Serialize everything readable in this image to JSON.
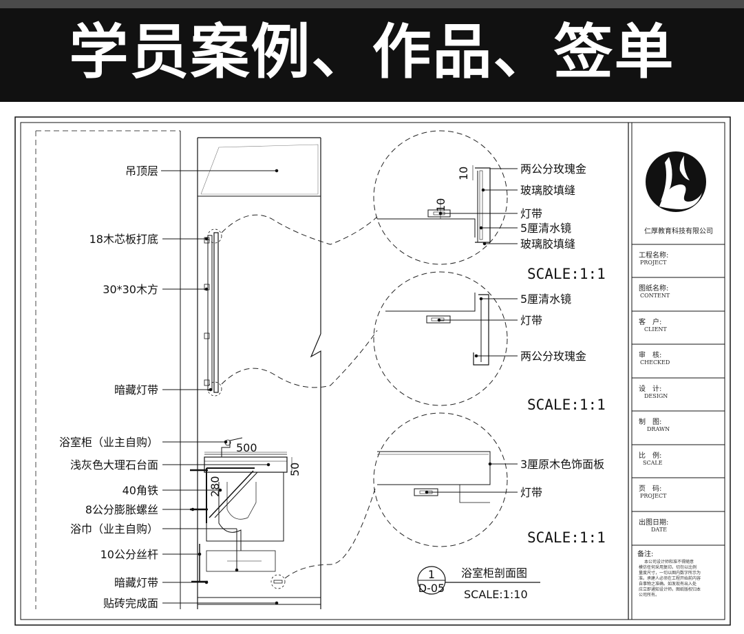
{
  "banner": {
    "title": "学员案例、作品、签单"
  },
  "left_labels": [
    "吊顶层",
    "18木芯板打底",
    "30*30木方",
    "暗藏灯带",
    "浴室柜（业主自购）",
    "浅灰色大理石台面",
    "40角铁",
    "8公分膨胀螺丝",
    "浴巾（业主自购）",
    "10公分丝杆",
    "暗藏灯带",
    "贴砖完成面"
  ],
  "dims": {
    "counter_width": "500",
    "counter_thick": "50",
    "bracket": "280"
  },
  "detail1": {
    "labels": [
      "两公分玫瑰金",
      "玻璃胶填缝",
      "灯带",
      "5厘清水镜",
      "玻璃胶填缝"
    ],
    "dims": [
      "10",
      "10"
    ],
    "scale": "SCALE:1:1"
  },
  "detail2": {
    "labels": [
      "5厘清水镜",
      "灯带",
      "两公分玫瑰金"
    ],
    "scale": "SCALE:1:1"
  },
  "detail3": {
    "labels": [
      "3厘原木色饰面板",
      "灯带"
    ],
    "scale": "SCALE:1:1"
  },
  "section_title": {
    "number": "1",
    "sheet": "D-05",
    "title": "浴室柜剖面图",
    "scale": "SCALE:1:10"
  },
  "title_block": {
    "company": "仁厚教育科技有限公司",
    "rows": [
      {
        "cn": "工程名称:",
        "en": "PROJECT"
      },
      {
        "cn": "图纸名称:",
        "en": "CONTENT"
      },
      {
        "cn": "客　户:",
        "en": "CLIENT"
      },
      {
        "cn": "审　核:",
        "en": "CHECKED"
      },
      {
        "cn": "设　计:",
        "en": "DESIGN"
      },
      {
        "cn": "制　图:",
        "en": "DRAWN"
      },
      {
        "cn": "比　例:",
        "en": "SCALE"
      },
      {
        "cn": "页　码:",
        "en": "PROJECT"
      },
      {
        "cn": "出图日期:",
        "en": "DATE"
      }
    ],
    "remarks_title": "备注:",
    "remarks_lines": [
      "本公司设计师和准不得随意",
      "模仿任何采用复印。切勿以比例",
      "量度尺寸，一切以图内数字所示为",
      "准。承建人必须在工程开始前内容",
      "自事物之准确。如发现有出入处",
      "应立即通知设计师。图纸版权归本",
      "公司所有。"
    ]
  }
}
